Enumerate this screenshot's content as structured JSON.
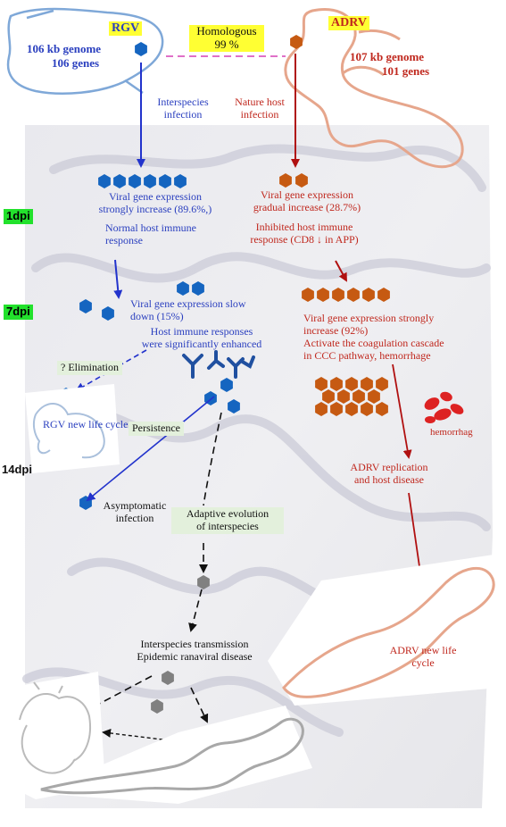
{
  "rgv": {
    "name": "RGV",
    "genome": "106 kb genome",
    "genes": "106 genes",
    "new_life_cycle": "RGV new life cycle"
  },
  "adrv": {
    "name": "ADRV",
    "genome": "107 kb genome",
    "genes": "101 genes",
    "new_life_cycle": "ADRV new life cycle"
  },
  "homologous": {
    "label": "Homologous",
    "value": "99 %"
  },
  "infection": {
    "interspecies": "Interspecies infection",
    "nature_host": "Nature host infection"
  },
  "timepoints": {
    "d1": "1dpi",
    "d7": "7dpi",
    "d14": "14dpi"
  },
  "rgv_path": {
    "d1_expr_line1": "Viral gene expression",
    "d1_expr_line2": "strongly increase (89.6%,)",
    "d1_immune_line1": "Normal host immune",
    "d1_immune_line2": "response",
    "d7_expr_line1": "Viral gene expression slow",
    "d7_expr_line2": "down (15%)",
    "d7_immune_line1": "Host immune responses",
    "d7_immune_line2": "were significantly enhanced",
    "elimination": "? Elimination",
    "persistence": "Persistence",
    "asymptomatic_line1": "Asymptomatic",
    "asymptomatic_line2": "infection",
    "adaptive_line1": "Adaptive evolution",
    "adaptive_line2": "of interspecies",
    "transmission_line1": "Interspecies transmission",
    "transmission_line2": "Epidemic ranaviral disease"
  },
  "adrv_path": {
    "d1_expr_line1": "Viral gene expression",
    "d1_expr_line2": "gradual increase (28.7%)",
    "d1_immune_line1": "Inhibited host immune",
    "d1_immune_line2": "response (CD8 ↓ in APP)",
    "d7_expr_line1": "Viral gene expression strongly",
    "d7_expr_line2": "increase (92%)",
    "d7_coag_line1": "Activate the coagulation cascade",
    "d7_coag_line2": "in CCC pathway, hemorrhage",
    "hemorrhage": "hemorrhag",
    "replication_line1": "ADRV replication",
    "replication_line2": "and host disease"
  },
  "colors": {
    "rgv_blue": "#1565c0",
    "adrv_orange": "#c65a12",
    "grey_virion": "#808080",
    "arrow_blue": "#2233cc",
    "arrow_red": "#b01010",
    "highlight_yellow": "#ffff33",
    "highlight_green": "#22e12c"
  }
}
